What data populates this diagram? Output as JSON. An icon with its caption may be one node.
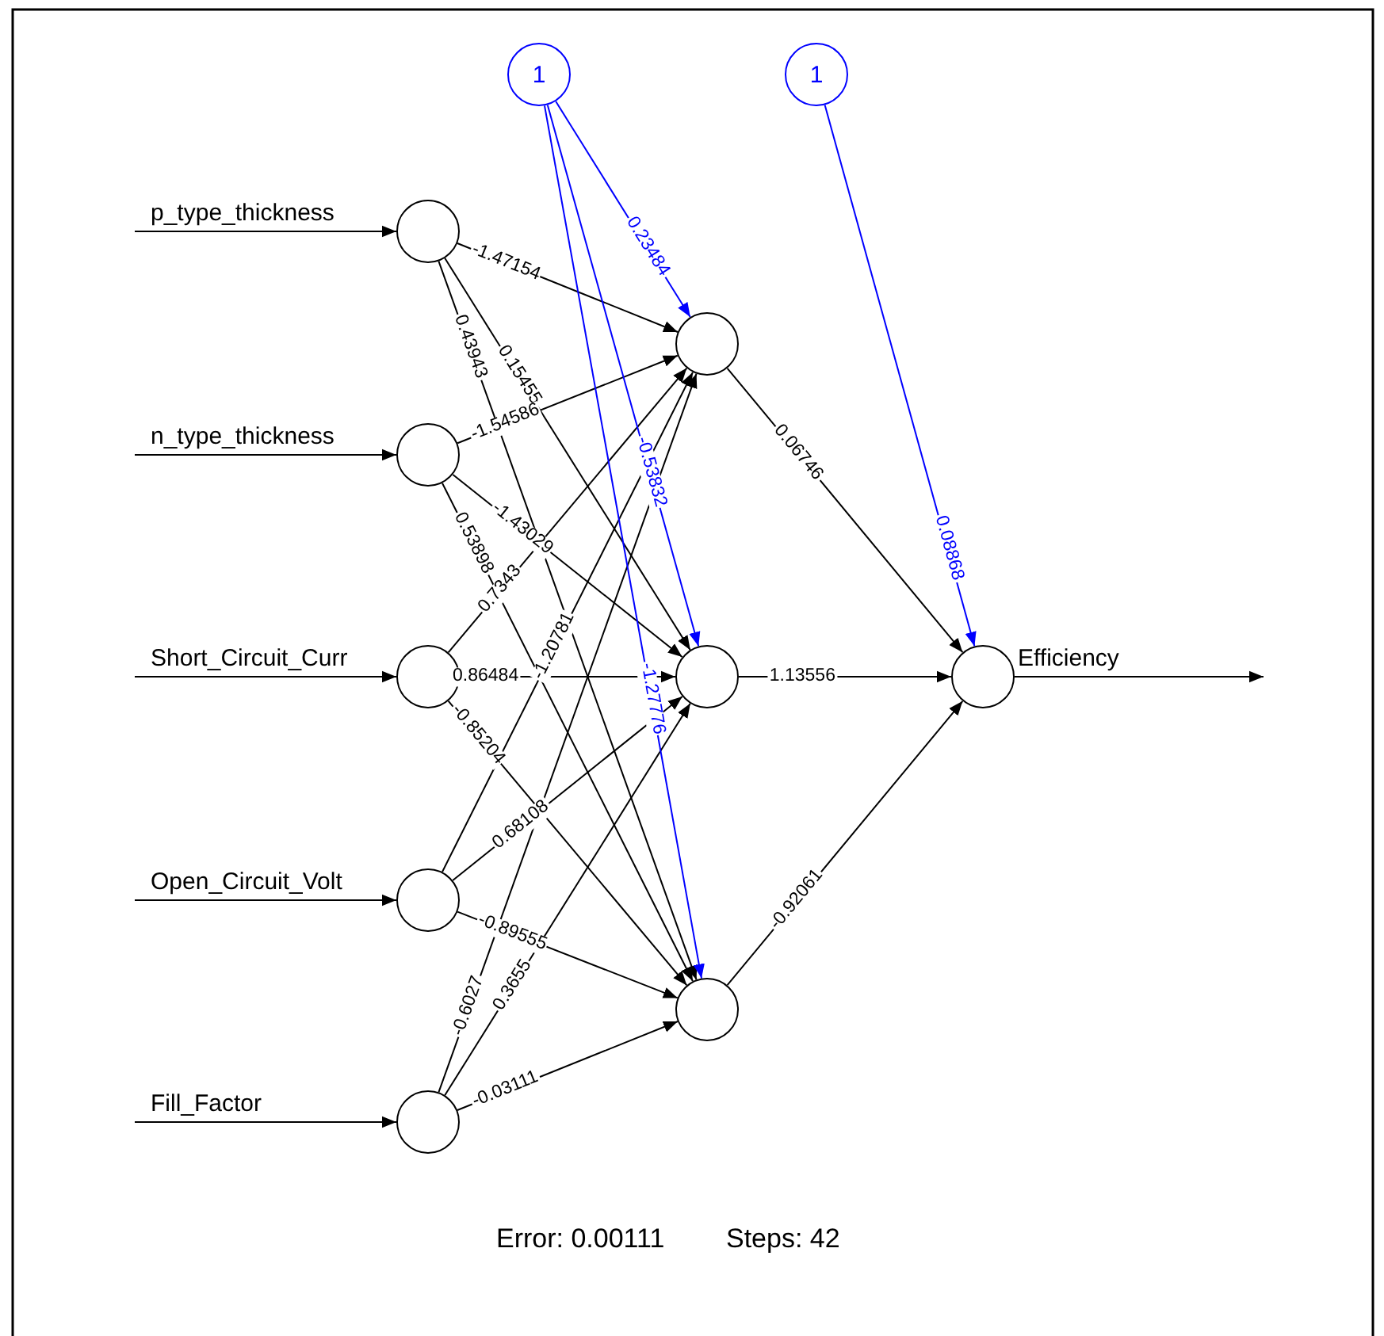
{
  "diagram": {
    "nodes": [
      {
        "text": [],
        "shape": "circle"
      },
      {
        "text": [],
        "shape": "circle"
      },
      {
        "text": [],
        "shape": "circle"
      },
      {
        "text": [],
        "shape": "circle"
      },
      {
        "text": [],
        "shape": "circle"
      },
      {
        "text": [],
        "shape": "circle"
      },
      {
        "text": [],
        "shape": "circle"
      },
      {
        "text": [],
        "shape": "circle"
      },
      {
        "text": [],
        "shape": "circle"
      },
      {
        "text": [
          "1"
        ]
      },
      {
        "text": [
          "1"
        ]
      }
    ],
    "edges": [
      {
        "from": null,
        "to": 0,
        "arrow": "to",
        "label": "p_type_thickness"
      },
      {
        "from": null,
        "to": 1,
        "arrow": "to",
        "label": "n_type_thickness"
      },
      {
        "from": null,
        "to": 2,
        "arrow": "to",
        "label": "Short_Circuit_Curr"
      },
      {
        "from": null,
        "to": 3,
        "arrow": "to",
        "label": "Open_Circuit_Volt"
      },
      {
        "from": null,
        "to": 4,
        "arrow": "to",
        "label": "Fill_Factor"
      },
      {
        "from": 0,
        "to": 5,
        "arrow": "to",
        "label": "-1.47154"
      },
      {
        "from": 0,
        "to": 6,
        "arrow": "to",
        "label": "0.15455"
      },
      {
        "from": 0,
        "to": 7,
        "arrow": "to",
        "label": "0.43943"
      },
      {
        "from": 1,
        "to": 5,
        "arrow": "to",
        "label": "-1.54586"
      },
      {
        "from": 1,
        "to": 6,
        "arrow": "to",
        "label": "-1.43029"
      },
      {
        "from": 1,
        "to": 7,
        "arrow": "to",
        "label": "0.53898"
      },
      {
        "from": 2,
        "to": 5,
        "arrow": "to",
        "label": "0.7343"
      },
      {
        "from": 2,
        "to": 6,
        "arrow": "to",
        "label": "0.86484"
      },
      {
        "from": 2,
        "to": 7,
        "arrow": "to",
        "label": "-0.85204"
      },
      {
        "from": 3,
        "to": 5,
        "arrow": "to",
        "label": "-1.20781"
      },
      {
        "from": 3,
        "to": 6,
        "arrow": "to",
        "label": "0.68108"
      },
      {
        "from": 3,
        "to": 7,
        "arrow": "to",
        "label": "-0.89555"
      },
      {
        "from": 4,
        "to": 5,
        "arrow": "to",
        "label": "-0.6027"
      },
      {
        "from": 4,
        "to": 6,
        "arrow": "to",
        "label": "0.3655"
      },
      {
        "from": 4,
        "to": 7,
        "arrow": "to",
        "label": "-0.03111"
      },
      {
        "from": 9,
        "to": 5,
        "arrow": "to",
        "label": "0.23484",
        "color": "#0000ff"
      },
      {
        "from": 9,
        "to": 6,
        "arrow": "to",
        "label": "-0.53832",
        "color": "#0000ff"
      },
      {
        "from": 9,
        "to": 7,
        "arrow": "to",
        "label": "-1.27776",
        "color": "#0000ff"
      },
      {
        "from": 5,
        "to": 8,
        "arrow": "to",
        "label": "0.06746"
      },
      {
        "from": 6,
        "to": 8,
        "arrow": "to",
        "label": "1.13556"
      },
      {
        "from": 7,
        "to": 8,
        "arrow": "to",
        "label": "-0.92061"
      },
      {
        "from": 10,
        "to": 8,
        "arrow": "to",
        "label": "0.08868",
        "color": "#0000ff"
      },
      {
        "from": 8,
        "to": null,
        "arrow": "to",
        "label": "Efficiency"
      }
    ],
    "labels": [
      "Error: 0.00111",
      "Steps: 42"
    ]
  }
}
